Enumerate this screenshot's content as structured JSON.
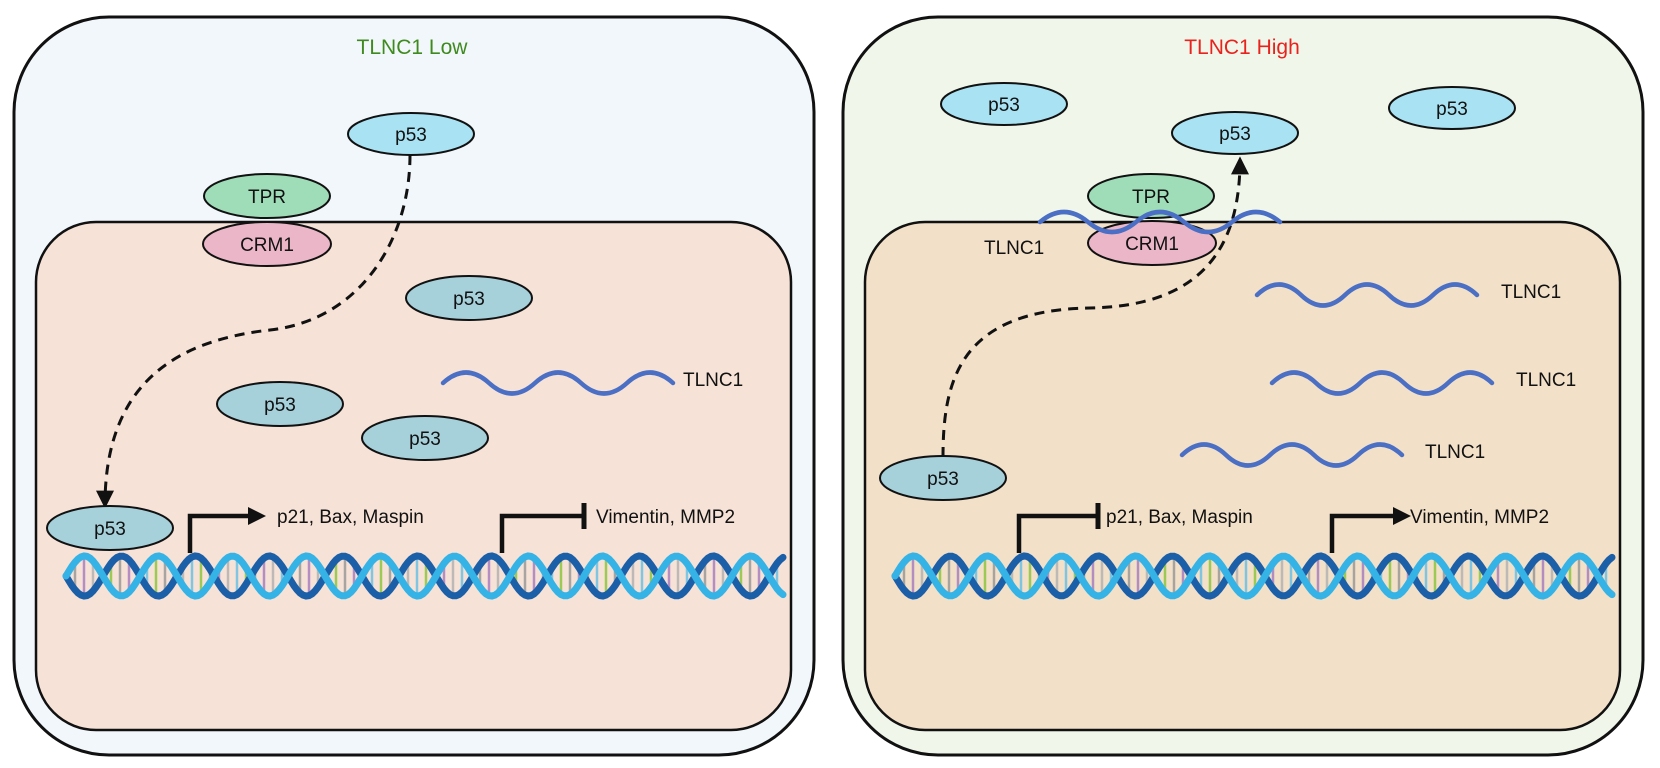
{
  "colors": {
    "low_title": "#3f8a1f",
    "high_title": "#e8221c",
    "low_cell_bg": "#f2f7fb",
    "high_cell_bg": "#f1f6ea",
    "low_nucleus": "#f6e2d6",
    "high_nucleus": "#f2e0c8",
    "p53_cytoplasm": "#a9e2f2",
    "p53_nucleus": "#a6d0da",
    "tpr": "#9fdcb8",
    "crm1": "#eab6c8",
    "tlnc1_wave": "#4a6fc4"
  },
  "panels": {
    "low": {
      "title": "TLNC1 Low",
      "p53_cytoplasm": "p53",
      "tpr": "TPR",
      "crm1": "CRM1",
      "p53_nuclear_1": "p53",
      "p53_nuclear_2": "p53",
      "p53_nuclear_3": "p53",
      "p53_promoter": "p53",
      "tlnc1": "TLNC1",
      "gene_activated": "p21, Bax, Maspin",
      "gene_repressed": "Vimentin, MMP2"
    },
    "high": {
      "title": "TLNC1 High",
      "p53_cyto_1": "p53",
      "p53_cyto_2": "p53",
      "p53_cyto_3": "p53",
      "tpr": "TPR",
      "crm1": "CRM1",
      "tlnc1_membrane": "TLNC1",
      "tlnc1_1": "TLNC1",
      "tlnc1_2": "TLNC1",
      "tlnc1_3": "TLNC1",
      "p53_nuclear": "p53",
      "gene_repressed": "p21, Bax, Maspin",
      "gene_activated": "Vimentin, MMP2"
    }
  }
}
